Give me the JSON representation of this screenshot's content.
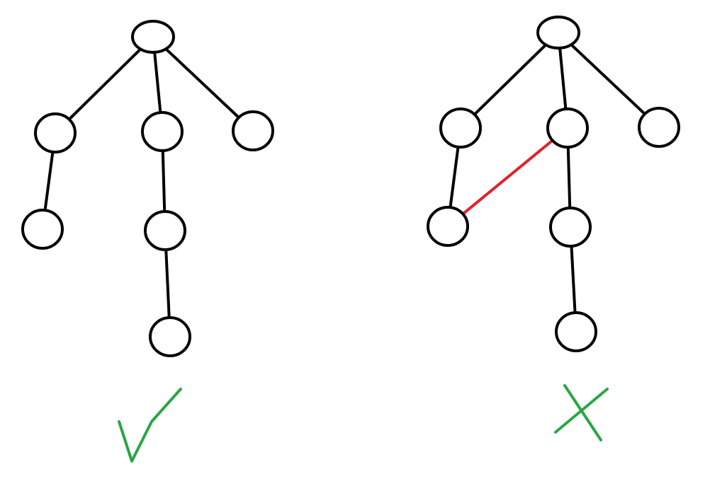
{
  "colors": {
    "node_stroke": "#000000",
    "edge": "#000000",
    "extra_edge": "#e0222b",
    "verdict": "#2aa645"
  },
  "diagrams": [
    {
      "id": "valid-tree",
      "verdict_icon": "checkmark-icon",
      "nodes": [
        "root",
        "child-left",
        "child-middle",
        "child-right",
        "grandchild-left",
        "grandchild-middle",
        "great-grandchild"
      ],
      "edges": [
        [
          "root",
          "child-left"
        ],
        [
          "root",
          "child-middle"
        ],
        [
          "root",
          "child-right"
        ],
        [
          "child-left",
          "grandchild-left"
        ],
        [
          "child-middle",
          "grandchild-middle"
        ],
        [
          "grandchild-middle",
          "great-grandchild"
        ]
      ],
      "extra_edges": []
    },
    {
      "id": "invalid-tree",
      "verdict_icon": "cross-icon",
      "nodes": [
        "root",
        "child-left",
        "child-middle",
        "child-right",
        "grandchild-left",
        "grandchild-middle",
        "great-grandchild"
      ],
      "edges": [
        [
          "root",
          "child-left"
        ],
        [
          "root",
          "child-middle"
        ],
        [
          "root",
          "child-right"
        ],
        [
          "child-left",
          "grandchild-left"
        ],
        [
          "child-middle",
          "grandchild-middle"
        ],
        [
          "grandchild-middle",
          "great-grandchild"
        ]
      ],
      "extra_edges": [
        [
          "grandchild-left",
          "child-middle"
        ]
      ]
    }
  ]
}
